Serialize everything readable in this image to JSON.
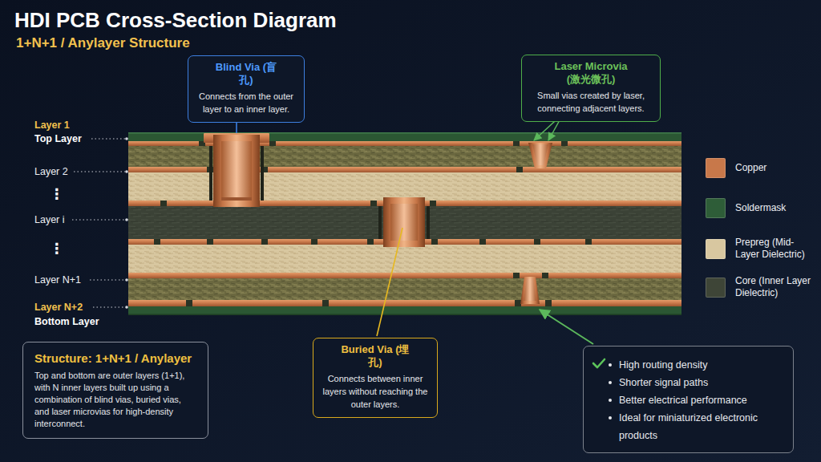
{
  "diagram": {
    "title": "HDI PCB Cross-Section Diagram",
    "nodes": [
      {
        "text": [
          "Blind Via (盲孔)",
          "Connects from the outer layer to an inner layer."
        ]
      },
      {
        "text": [
          "Laser Microvia (激光微孔)",
          "Small vias created by laser, connecting adjacent layers."
        ]
      },
      {
        "text": [
          "Structure: 1+N+1 / Anylayer",
          "Top and bottom are outer layers (1+1), with N inner layers built up using a combination of blind vias, buried vias, and laser microvias for high-density interconnect."
        ]
      },
      {
        "text": [
          "Buried Via (埋孔)",
          "Connects between inner layers without reaching the outer layers."
        ]
      },
      {
        "text": [
          "High routing density",
          "Shorter signal paths",
          "Better electrical performance",
          "Ideal for miniaturized electronic products"
        ]
      }
    ],
    "labels": [
      "1+N+1 / Anylayer Structure",
      "Layer 1",
      "Top Layer",
      "Layer 2",
      "⋮",
      "Layer i",
      "⋮",
      "Layer N+1",
      "Layer N+2",
      "Bottom Layer"
    ],
    "legend": [
      {
        "text": "Copper",
        "color": "#c8784a"
      },
      {
        "text": "Soldermask",
        "color": "#2e5d38"
      },
      {
        "text": "Prepreg (Mid-Layer Dielectric)",
        "color": "#d8c7a0"
      },
      {
        "text": "Core (Inner Layer Dielectric)",
        "color": "#3e4537"
      }
    ]
  }
}
